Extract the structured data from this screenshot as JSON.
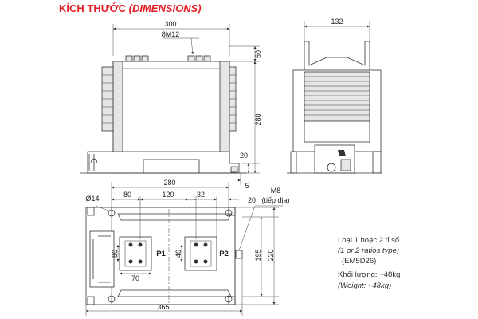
{
  "title": {
    "main": "KÍCH THƯỚC",
    "sub": "(DIMENSIONS)"
  },
  "dimensions": {
    "front_width": "300",
    "bolt_spec": "8M12",
    "top_offset": "50",
    "height": "280",
    "base_height": "20",
    "ground_offset": "5",
    "side_width": "132",
    "plan_inner_width": "280",
    "hole_dia": "Ø14",
    "terminal_offset": "80",
    "terminal_spacing": "120",
    "terminal_width": "32",
    "ground_bolt": "M8",
    "ground_note": "(tiếp địa)",
    "edge_offset": "20",
    "terminal_height": "80",
    "terminal_pitch": "40",
    "terminal_pad": "70",
    "plan_inner_depth": "195",
    "plan_depth": "220",
    "total_length": "365"
  },
  "terminals": {
    "p1": "P1",
    "p2": "P2"
  },
  "info": {
    "type_vi": "Loại 1 hoặc 2 tỉ số",
    "type_en": "(1 or 2 ratios type)",
    "model": "(EM5D26)",
    "weight_vi": "Khối lượng: ~48kg",
    "weight_en": "(Weight: ~48kg)"
  }
}
